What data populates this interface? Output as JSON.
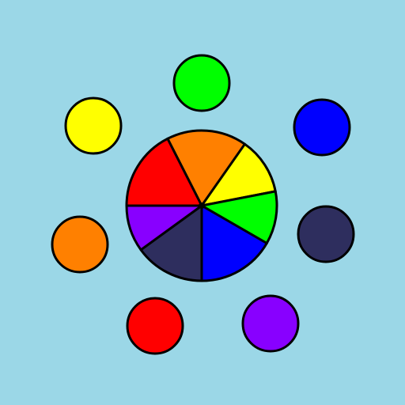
{
  "background_color": "#9BD7E7",
  "outline_color": "#000000",
  "color_wheel": {
    "segments": [
      {
        "name": "orange",
        "color": "#FF8000"
      },
      {
        "name": "yellow",
        "color": "#FFFF00"
      },
      {
        "name": "green",
        "color": "#00FF00"
      },
      {
        "name": "blue",
        "color": "#0000FF"
      },
      {
        "name": "navy",
        "color": "#2E2E5E"
      },
      {
        "name": "purple",
        "color": "#8800FF"
      },
      {
        "name": "red",
        "color": "#FF0000"
      }
    ]
  },
  "color_balls": [
    {
      "name": "green",
      "color": "#00FF00"
    },
    {
      "name": "blue",
      "color": "#0000FF"
    },
    {
      "name": "navy",
      "color": "#2E2E5E"
    },
    {
      "name": "purple",
      "color": "#8800FF"
    },
    {
      "name": "red",
      "color": "#FF0000"
    },
    {
      "name": "orange",
      "color": "#FF8000"
    },
    {
      "name": "yellow",
      "color": "#FFFF00"
    }
  ]
}
